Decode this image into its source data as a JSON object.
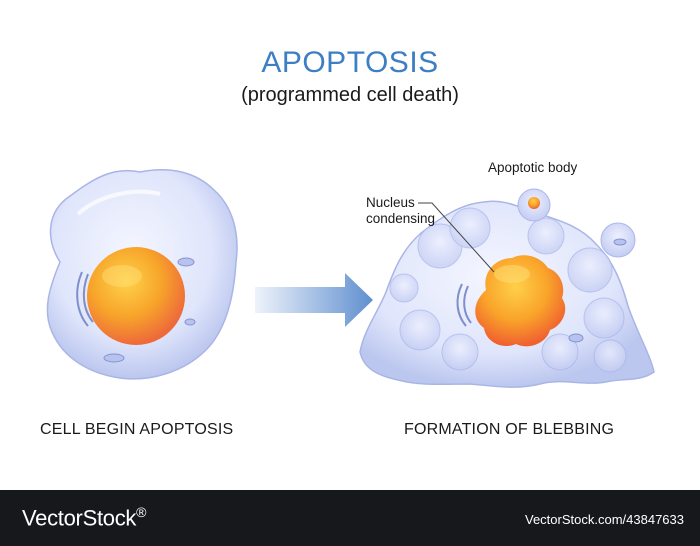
{
  "header": {
    "title": "APOPTOSIS",
    "subtitle": "(programmed cell death)"
  },
  "labels": {
    "apoptotic_body": "Apoptotic body",
    "nucleus_line1": "Nucleus",
    "nucleus_line2": "condensing"
  },
  "captions": {
    "left": "CELL BEGIN APOPTOSIS",
    "right": "FORMATION OF BLEBBING"
  },
  "footer": {
    "brand": "VectorStock",
    "brand_mark": "®",
    "stock_text": "VectorStock.com/43847633"
  },
  "colors": {
    "title": "#3d7fc4",
    "cell_membrane": "#c9d2f3",
    "nucleus": "#f5a623",
    "arrow": "#7ea3d6",
    "footer_bg": "#17181c"
  },
  "icons": [
    "right-arrow-icon"
  ]
}
